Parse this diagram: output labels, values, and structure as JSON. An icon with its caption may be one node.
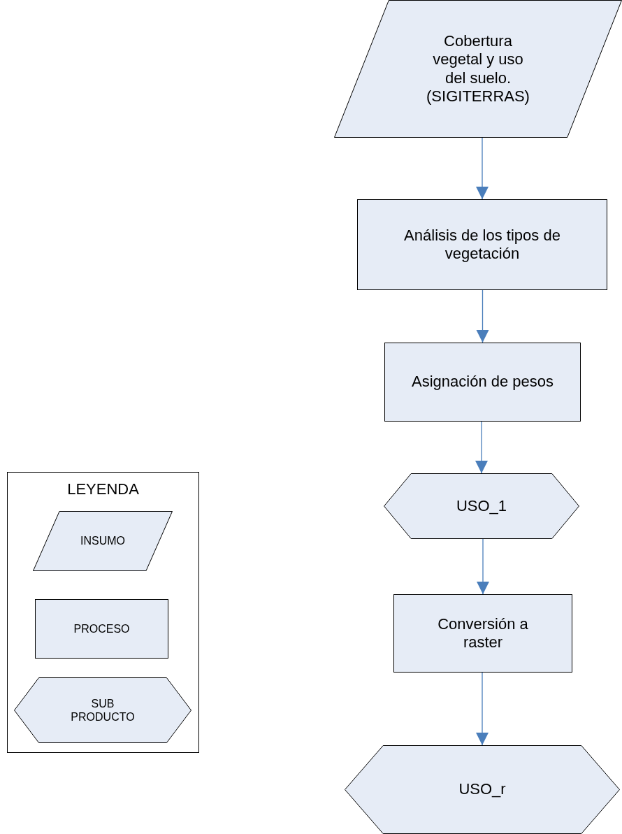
{
  "diagram": {
    "nodes": [
      {
        "text": [
          "LEYENDA"
        ]
      },
      {
        "text": [
          "INSUMO"
        ],
        "in": 0
      },
      {
        "text": [
          "PROCESO"
        ],
        "in": 0
      },
      {
        "text": [
          "SUB PRODUCTO"
        ],
        "in": 0
      },
      {
        "text": [
          "Cobertura vegetal y uso del suelo. (SIGITERRAS)"
        ]
      },
      {
        "text": [
          "Análisis de los tipos de vegetación"
        ]
      },
      {
        "text": [
          "Asignación de pesos"
        ]
      },
      {
        "text": [
          "USO_1"
        ]
      },
      {
        "text": [
          "Conversión a raster"
        ]
      },
      {
        "text": [
          "USO_r"
        ]
      }
    ],
    "edges": [
      {
        "from": 4,
        "to": 5,
        "arrow": "to"
      },
      {
        "from": 5,
        "to": 6,
        "arrow": "to"
      },
      {
        "from": 6,
        "to": 7,
        "arrow": "to"
      },
      {
        "from": 7,
        "to": 8,
        "arrow": "to"
      },
      {
        "from": 8,
        "to": 9,
        "arrow": "to"
      }
    ]
  }
}
